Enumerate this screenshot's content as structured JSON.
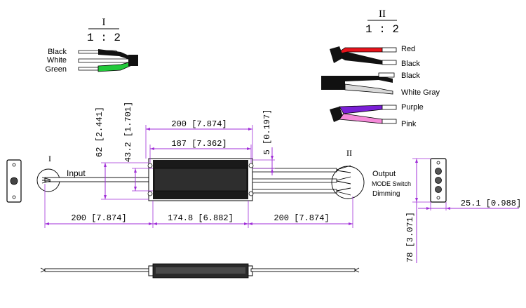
{
  "detail_1": {
    "numeral": "I",
    "scale": "1 : 2",
    "wires": [
      {
        "label": "Black",
        "color": "#111111"
      },
      {
        "label": "White",
        "color": "#ffffff"
      },
      {
        "label": "Green",
        "color": "#22c93a"
      }
    ]
  },
  "detail_2": {
    "numeral": "II",
    "scale": "1 : 2",
    "wires": [
      {
        "label": "Red",
        "color": "#e8141c"
      },
      {
        "label": "Black",
        "color": "#111111"
      },
      {
        "label": "Black",
        "color": "#111111"
      },
      {
        "label": "White Gray",
        "color": "#d9d9d9"
      },
      {
        "label": "Purple",
        "color": "#7a1fd6"
      },
      {
        "label": "Pink",
        "color": "#f58ad9"
      }
    ]
  },
  "main_view": {
    "input_callout": "I",
    "output_callout": "II",
    "input_label": "Input",
    "output_label": "Output",
    "mode_label": "MODE Switch",
    "dimming_label": "Dimming"
  },
  "dimensions": {
    "overall_top": "200 [7.874]",
    "mounting": "187 [7.362]",
    "body_length": "174.8 [6.882]",
    "left_wire": "200 [7.874]",
    "right_wire": "200 [7.874]",
    "height_outer": "62 [2.441]",
    "height_body": "43.2 [1.701]",
    "flange": "5 [0.197]",
    "depth": "25.1 [0.988]",
    "end_height": "78 [3.071]"
  },
  "colors": {
    "dimension_line": "#a02fd8",
    "body": "#1a1a1a"
  }
}
